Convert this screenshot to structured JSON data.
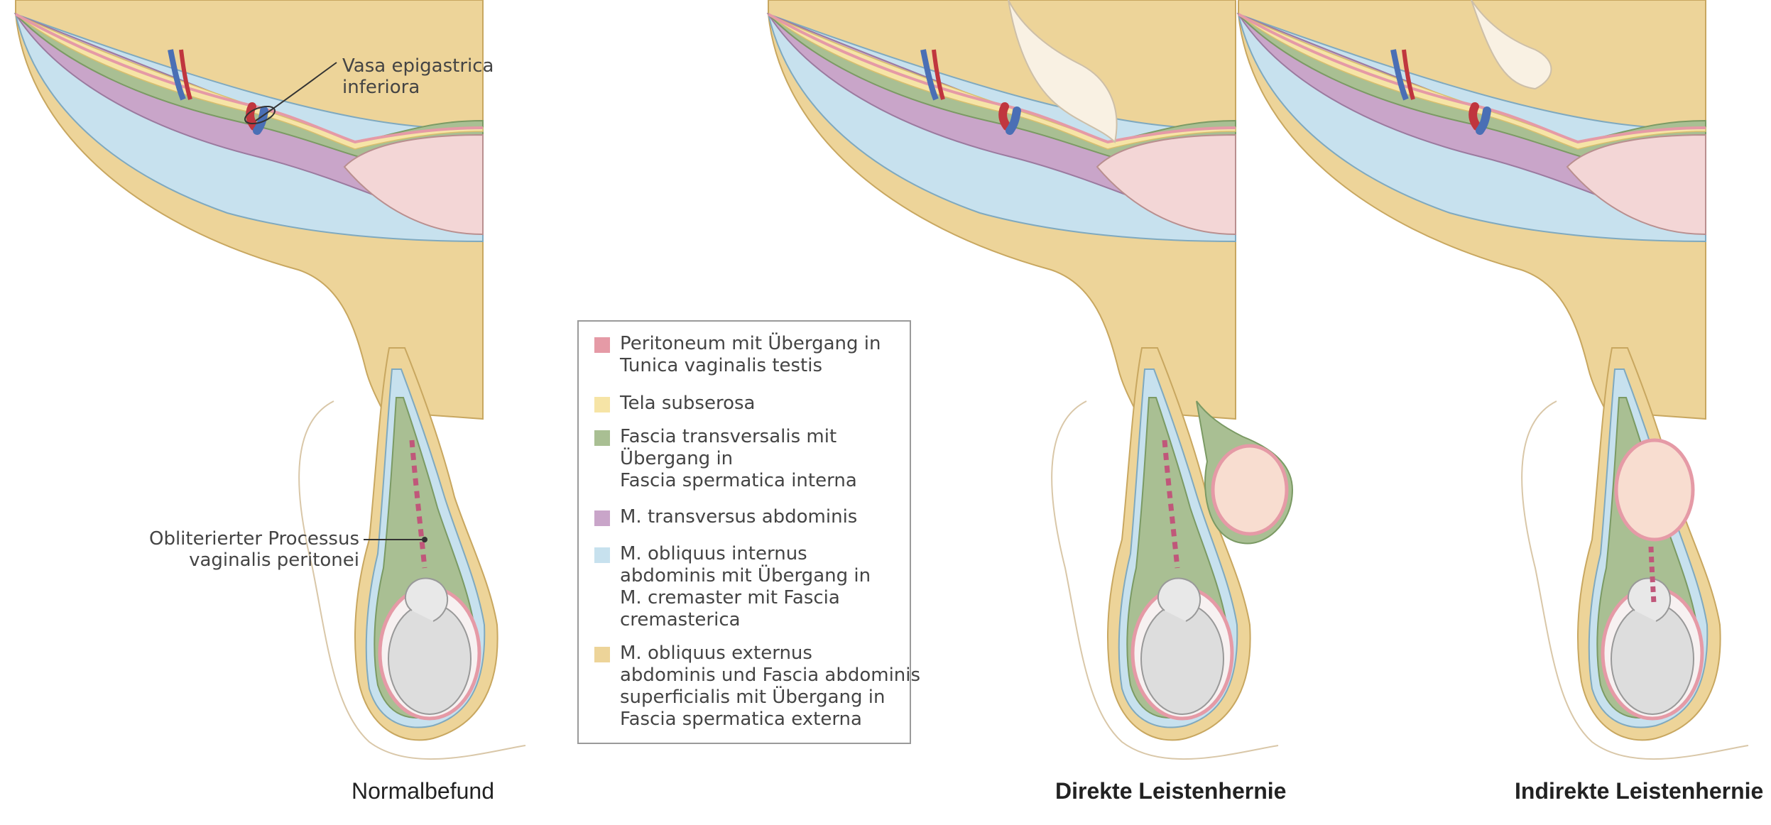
{
  "colors": {
    "peritoneum": "#e59aa6",
    "subserosa": "#f6e4a6",
    "transversalis": "#a9bf93",
    "transversus": "#c9a5c9",
    "internus": "#c7e1ee",
    "externus": "#edd499",
    "testis": "#dddddd",
    "hernia_sac": "#f8ddd0",
    "vessel_red": "#c0363e",
    "vessel_blue": "#4a6fb5"
  },
  "annotations": {
    "vasa_line1": "Vasa epigastrica",
    "vasa_line2": "inferiora",
    "processus_line1": "Obliterierter Processus",
    "processus_line2": "vaginalis peritonei"
  },
  "legend": {
    "items": [
      {
        "lines": [
          "Peritoneum mit Übergang in",
          "Tunica vaginalis testis"
        ],
        "color": "#e59aa6"
      },
      {
        "lines": [
          "Tela subserosa"
        ],
        "color": "#f6e4a6"
      },
      {
        "lines": [
          "Fascia transversalis mit",
          "Übergang in",
          "Fascia spermatica interna"
        ],
        "color": "#a9bf93"
      },
      {
        "lines": [
          "M. transversus abdominis"
        ],
        "color": "#c9a5c9"
      },
      {
        "lines": [
          "M. obliquus internus",
          "abdominis mit Übergang in",
          "M. cremaster mit Fascia",
          "cremasterica"
        ],
        "color": "#c7e1ee"
      },
      {
        "lines": [
          "M. obliquus externus",
          "abdominis und Fascia abdominis",
          "superficialis mit Übergang in",
          "Fascia spermatica externa"
        ],
        "color": "#edd499"
      }
    ]
  },
  "captions": {
    "normal": "Normalbefund",
    "direct": "Direkte Leistenhernie",
    "indirect": "Indirekte Leistenhernie"
  }
}
